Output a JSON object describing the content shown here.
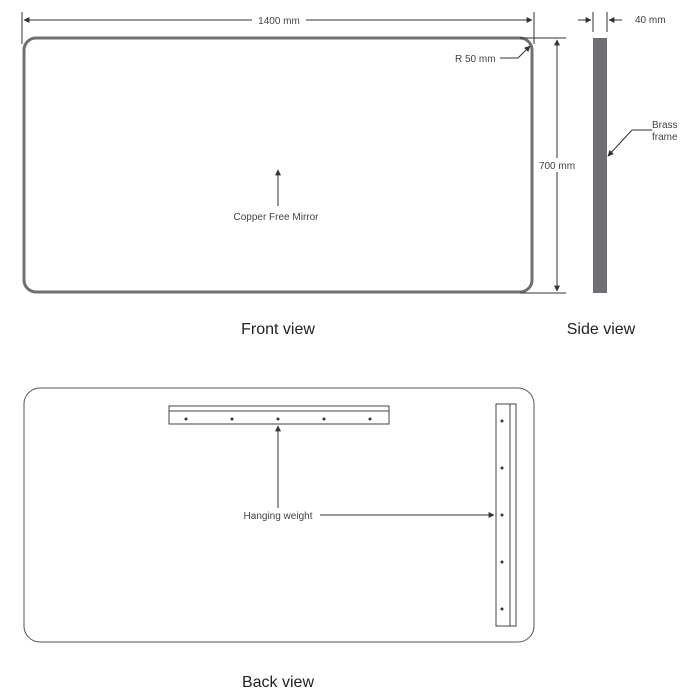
{
  "front_view": {
    "title": "Front view",
    "width_label": "1400 mm",
    "height_label": "700 mm",
    "radius_label": "R 50 mm",
    "mirror_label": "Copper Free Mirror"
  },
  "side_view": {
    "title": "Side view",
    "depth_label": "40 mm",
    "frame_label_line1": "Brass",
    "frame_label_line2": "frame"
  },
  "back_view": {
    "title": "Back view",
    "hanging_label": "Hanging weight"
  },
  "colors": {
    "frame": "#6f6f74",
    "line": "#333333",
    "panel_outline": "#555555"
  }
}
